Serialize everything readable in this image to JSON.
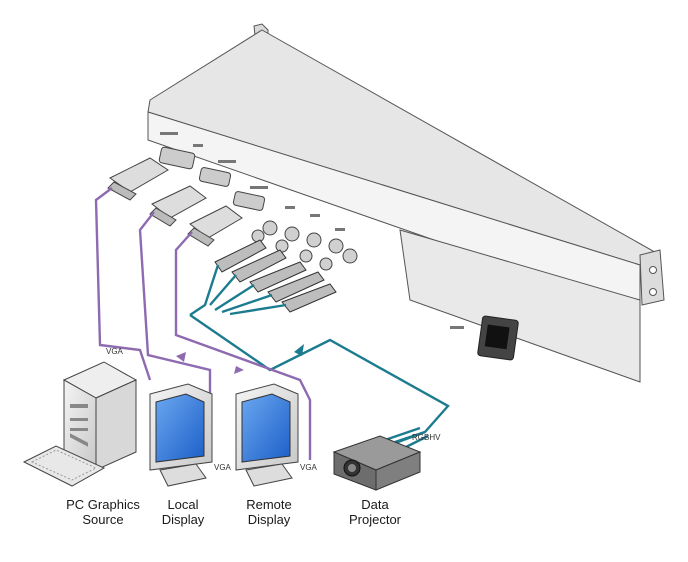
{
  "devices": [
    {
      "id": "pc",
      "line1": "PC Graphics",
      "line2": "Source"
    },
    {
      "id": "local",
      "line1": "Local",
      "line2": "Display"
    },
    {
      "id": "remote",
      "line1": "Remote",
      "line2": "Display"
    },
    {
      "id": "projector",
      "line1": "Data",
      "line2": "Projector"
    }
  ],
  "cable_labels": {
    "vga_pc": "VGA",
    "vga_local": "VGA",
    "vga_remote": "VGA",
    "rgbhv": "RGBHV"
  },
  "colors": {
    "vga_cable": "#8e6bb0",
    "rgbhv_cable": "#1b7c8f",
    "chassis_top": "#e4e4e4",
    "chassis_front": "#f2f2f2",
    "chassis_back": "#cfcfcf",
    "screen": "#1f6bd6"
  }
}
